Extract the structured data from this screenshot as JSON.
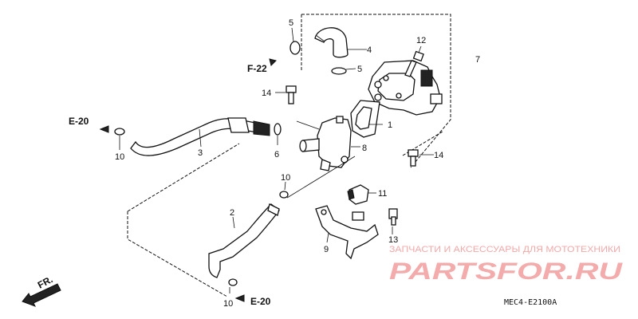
{
  "callouts": {
    "c1": "1",
    "c2": "2",
    "c3": "3",
    "c4": "4",
    "c5a": "5",
    "c5b": "5",
    "c6": "6",
    "c7": "7",
    "c8": "8",
    "c9": "9",
    "c10a": "10",
    "c10b": "10",
    "c10c": "10",
    "c11": "11",
    "c12": "12",
    "c13": "13",
    "c14a": "14",
    "c14b": "14"
  },
  "references": {
    "f22": "F-22",
    "e20_top": "E-20",
    "e20_bottom": "E-20",
    "fr": "FR."
  },
  "diagram_code": "MEC4-E2100A",
  "watermark": {
    "tagline": "ЗАПЧАСТИ И АКСЕССУАРЫ ДЛЯ МОТОТЕХНИКИ",
    "brand": "PARTSFOR.RU"
  },
  "colors": {
    "line": "#111111",
    "watermark": "#ef8f8f"
  }
}
